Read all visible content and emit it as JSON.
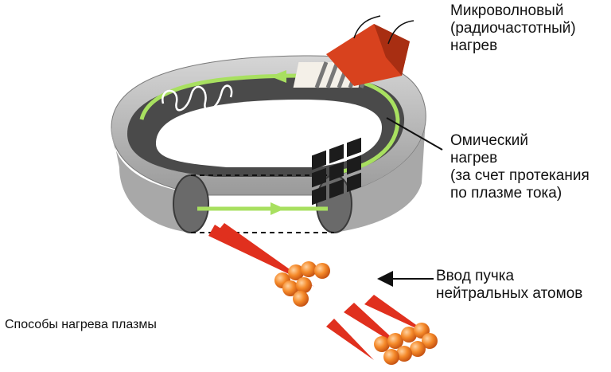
{
  "labels": {
    "microwave": [
      "Микроволновый",
      "(радиочастотный)",
      "нагрев"
    ],
    "ohmic": [
      "Омический",
      "нагрев",
      "(за счет протекания",
      "по плазме тока)"
    ],
    "beam": [
      "Ввод пучка",
      "нейтральных атомов"
    ]
  },
  "caption": "Способы нагрева плазмы",
  "colors": {
    "torus": "#b8b8b8",
    "torus_inner": "#4a4a4a",
    "current": "#a8e060",
    "beam": "#e0301e",
    "atoms": "#f07a20",
    "antenna": "#d8421e"
  }
}
